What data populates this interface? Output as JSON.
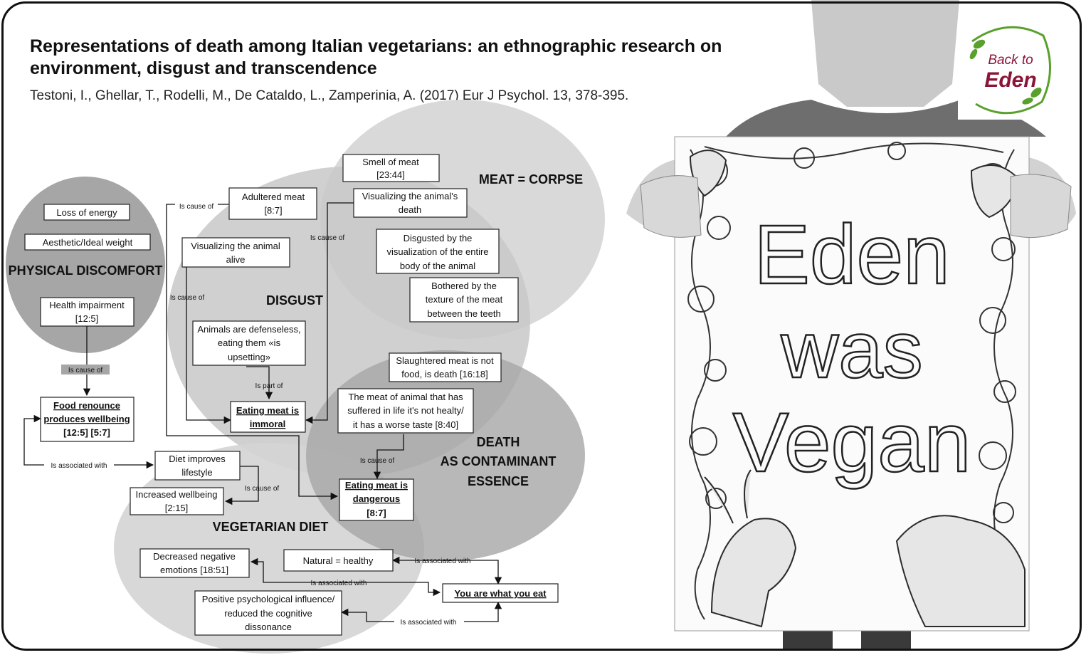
{
  "header": {
    "title": "Representations of death among Italian vegetarians: an ethnographic research on environment, disgust and transcendence",
    "citation": "Testoni, I., Ghellar, T., Rodelli, M., De Cataldo, L., Zamperinia, A. (2017)  Eur J Psychol. 13, 378-395."
  },
  "diagram": {
    "groups": {
      "physical": "PHYSICAL DISCOMFORT",
      "disgust": "DISGUST",
      "meat_corpse": "MEAT = CORPSE",
      "death_l1": "DEATH",
      "death_l2": "AS CONTAMINANT",
      "death_l3": "ESSENCE",
      "vegetarian": "VEGETARIAN DIET"
    },
    "nodes": {
      "loss_energy": "Loss of energy",
      "aesthetic": "Aesthetic/Ideal weight",
      "health_l1": "Health impairment",
      "health_l2": "[12:5]",
      "food_l1": "Food renounce",
      "food_l2": "produces wellbeing",
      "food_l3": "[12:5] [5:7]",
      "adultered_l1": "Adultered meat",
      "adultered_l2": "[8:7]",
      "vis_alive_l1": "Visualizing the animal",
      "vis_alive_l2": "alive",
      "smell_l1": "Smell of meat",
      "smell_l2": "[23:44]",
      "vis_death_l1": "Visualizing the animal's",
      "vis_death_l2": "death",
      "disg_body_l1": "Disgusted by the",
      "disg_body_l2": "visualization of the entire",
      "disg_body_l3": "body of the animal",
      "texture_l1": "Bothered by the",
      "texture_l2": "texture of the meat",
      "texture_l3": "between the teeth",
      "defenseless_l1": "Animals are defenseless,",
      "defenseless_l2": "eating them «is",
      "defenseless_l3": "upsetting»",
      "immoral_l1": "Eating meat is",
      "immoral_l2": "immoral",
      "slaughtered_l1": "Slaughtered meat is not",
      "slaughtered_l2": "food, is death [16:18]",
      "suffered_l1": "The meat of animal that has",
      "suffered_l2": "suffered in life it's not healty/",
      "suffered_l3": "it has a worse taste [8:40]",
      "dangerous_l1": "Eating meat is",
      "dangerous_l2": "dangerous",
      "dangerous_l3": "[8:7]",
      "diet_l1": "Diet improves",
      "diet_l2": "lifestyle",
      "wellbeing_l1": "Increased wellbeing",
      "wellbeing_l2": "[2:15]",
      "decreased_l1": "Decreased negative",
      "decreased_l2": "emotions [18:51]",
      "natural": "Natural = healthy",
      "you_are": "You are what you eat",
      "positive_l1": "Positive psychological influence/",
      "positive_l2": "reduced the cognitive",
      "positive_l3": "dissonance"
    },
    "edge_labels": {
      "is_cause_of": "Is cause of",
      "is_part_of": "Is part of",
      "is_associated_with": "Is associated with"
    }
  },
  "poster": {
    "line1": "Eden",
    "line2": "was",
    "line3": "Vegan"
  },
  "logo": {
    "line1": "Back to",
    "line2": "Eden"
  },
  "colors": {
    "circle_light": "#d9d9d9",
    "circle_mid": "#bfbfbf",
    "circle_dark": "#a6a6a6",
    "logo_green": "#5aa02c",
    "logo_maroon": "#8a1538"
  }
}
